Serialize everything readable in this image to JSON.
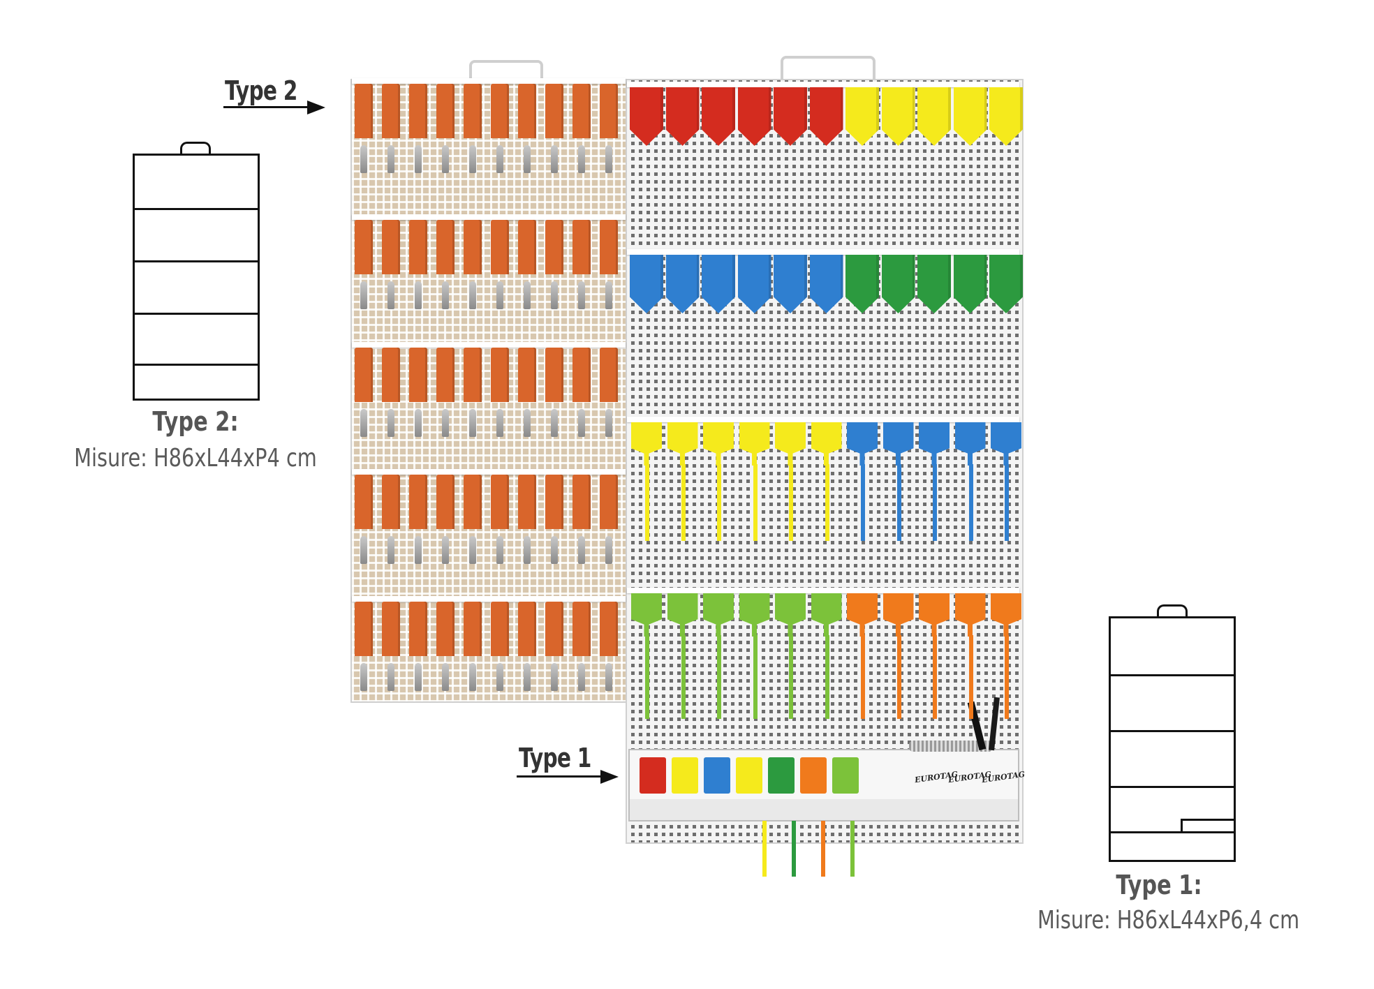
{
  "labels": {
    "arrow_type2": "Type 2",
    "arrow_type1": "Type 1"
  },
  "captions": {
    "type2_title": "Type 2:",
    "type2_size": "Misure: H86xL44xP4 cm",
    "type1_title": "Type 1:",
    "type1_size": "Misure: H86xL44xP6,4 cm"
  },
  "tray": {
    "brand_1": "EUROTAG",
    "brand_2": "EUROTAG",
    "brand_3": "EUROTAG"
  },
  "colors": {
    "red": "#d42c1f",
    "yellow": "#f5ea1c",
    "blue": "#2f7fd0",
    "green": "#2c9a3f",
    "lime": "#7cc23a",
    "orange": "#f07a1c",
    "orange_small": "#d9652b"
  },
  "rows_right": [
    {
      "colors": [
        "red",
        "red",
        "red",
        "red",
        "red",
        "red",
        "yellow",
        "yellow",
        "yellow",
        "yellow",
        "yellow"
      ]
    },
    {
      "colors": [
        "blue",
        "blue",
        "blue",
        "blue",
        "blue",
        "blue",
        "green",
        "green",
        "green",
        "green",
        "green"
      ]
    },
    {
      "colors": [
        "yellow",
        "yellow",
        "yellow",
        "yellow",
        "yellow",
        "yellow",
        "blue",
        "blue",
        "blue",
        "blue",
        "blue"
      ]
    },
    {
      "colors": [
        "lime",
        "lime",
        "lime",
        "lime",
        "lime",
        "lime",
        "orange",
        "orange",
        "orange",
        "orange",
        "orange"
      ]
    }
  ],
  "tray_tags": [
    "red",
    "yellow",
    "blue",
    "yellow",
    "green",
    "orange",
    "lime"
  ]
}
